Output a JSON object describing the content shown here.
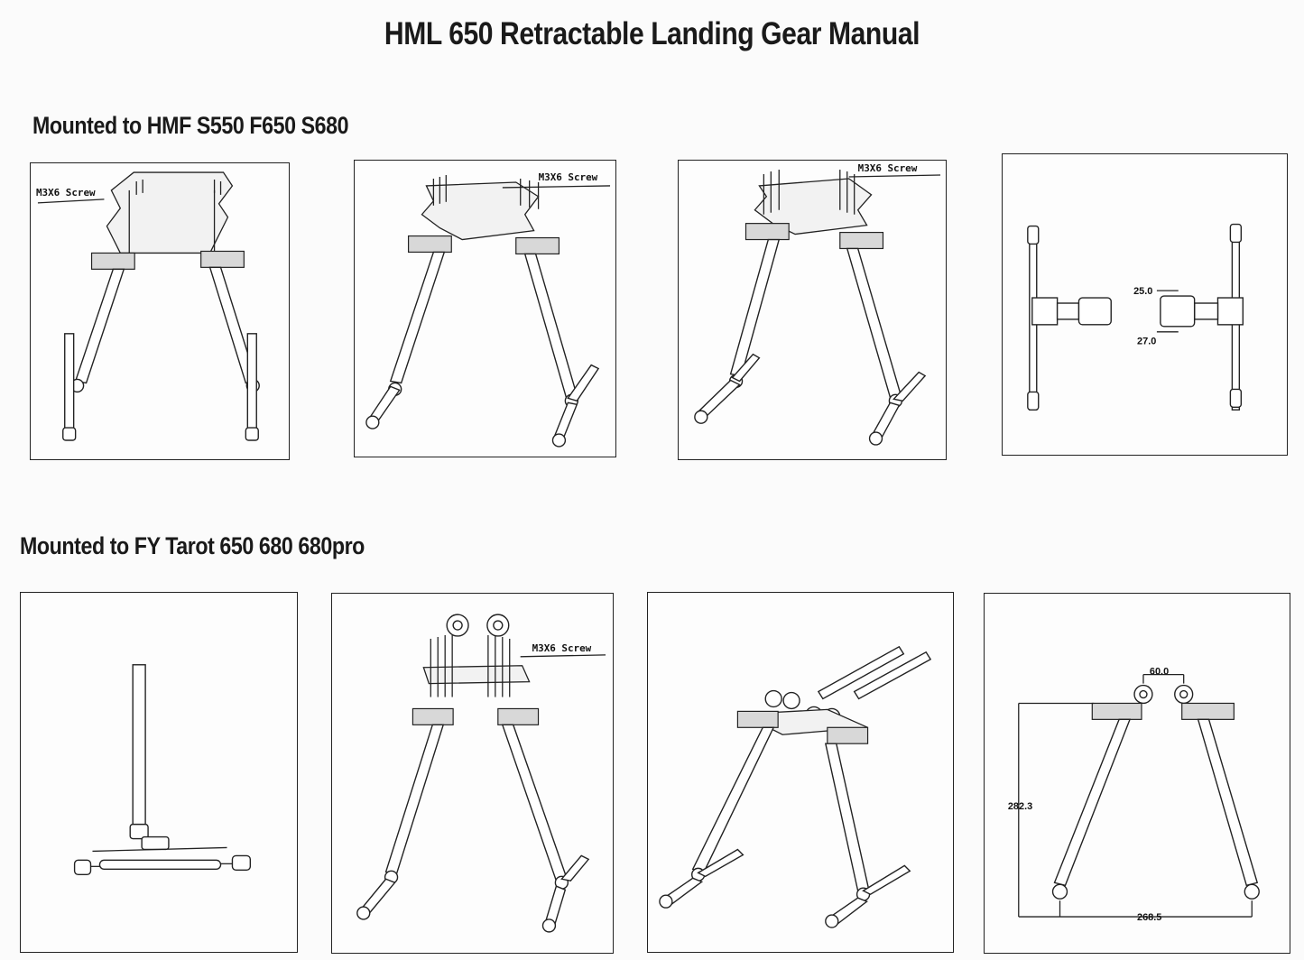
{
  "page": {
    "title": "HML 650 Retractable Landing Gear Manual"
  },
  "sections": [
    {
      "heading": "Mounted to HMF S550 F650 S680",
      "panels": [
        {
          "callout": "M3X6 Screw"
        },
        {
          "callout": "M3X6 Screw"
        },
        {
          "callout": "M3X6 Screw"
        },
        {
          "dimensions": [
            "25.0",
            "27.0"
          ]
        }
      ]
    },
    {
      "heading": "Mounted to FY Tarot 650  680  680pro",
      "panels": [
        {},
        {
          "callout": "M3X6 Screw"
        },
        {},
        {
          "dimensions": [
            "60.0",
            "282.3",
            "268.5"
          ]
        }
      ]
    }
  ],
  "colors": {
    "ink": "#222222",
    "paper": "#fbfbfb",
    "hatch": "#d8d8d8"
  }
}
